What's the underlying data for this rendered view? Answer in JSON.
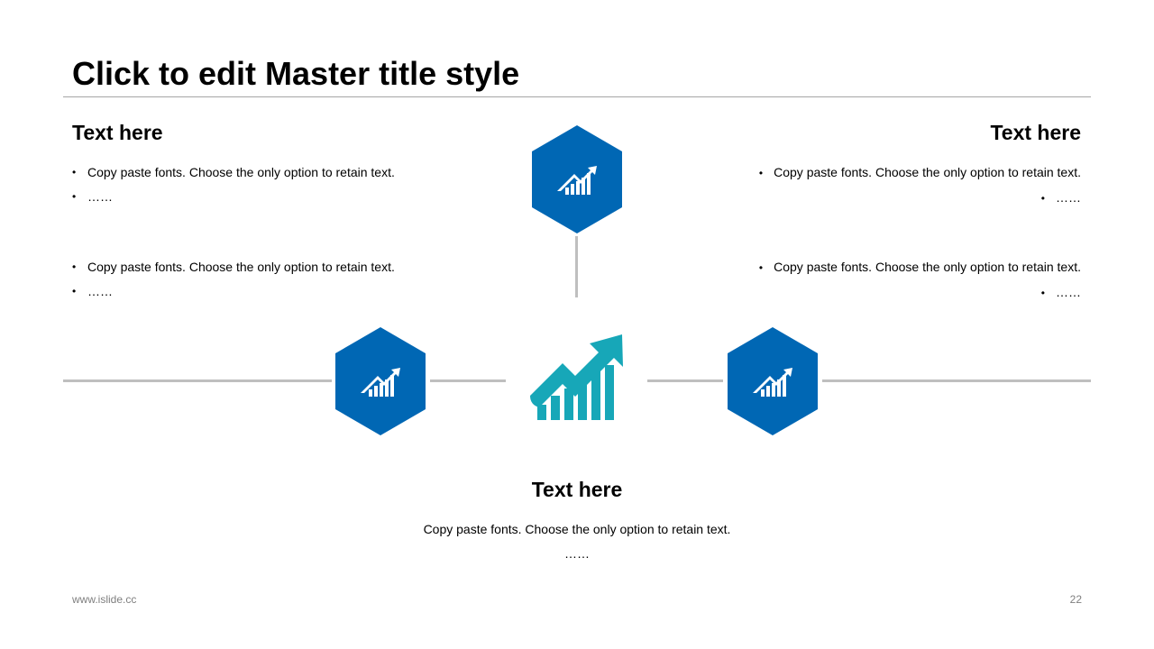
{
  "slide": {
    "title": "Click to edit Master title style",
    "footer_left": "www.islide.cc",
    "page_number": "22"
  },
  "colors": {
    "hex_fill": "#0067b4",
    "center_icon": "#17a7b8",
    "connector": "#bfbfbf"
  },
  "icons": {
    "hexagon": "growth-chart-icon",
    "center": "growth-chart-icon"
  },
  "left": {
    "heading": "Text here",
    "group1": [
      "Copy paste fonts. Choose the only option to retain text.",
      "……"
    ],
    "group2": [
      "Copy paste fonts. Choose the only option to retain text.",
      "……"
    ]
  },
  "right": {
    "heading": "Text here",
    "group1": [
      "Copy paste fonts. Choose the only option to retain text.",
      "……"
    ],
    "group2": [
      "Copy paste fonts. Choose the only option to retain text.",
      "……"
    ]
  },
  "bottom": {
    "heading": "Text here",
    "lines": [
      "Copy paste fonts. Choose the only option to retain text.",
      "……"
    ]
  }
}
